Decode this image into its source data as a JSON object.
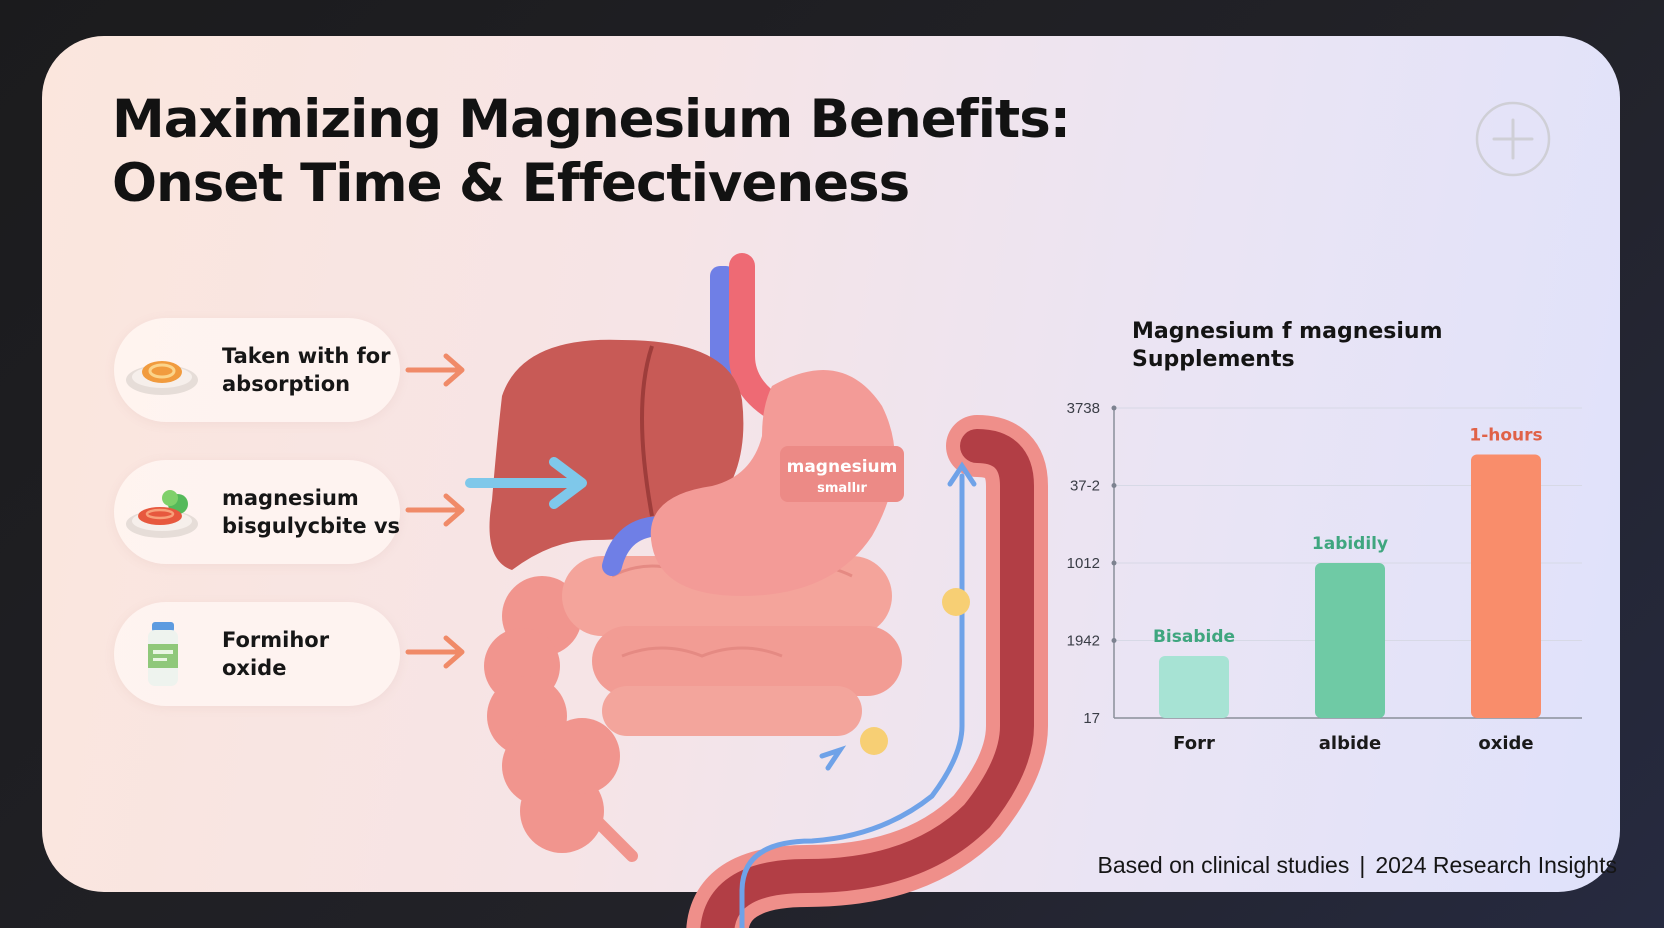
{
  "title": {
    "line1": "Maximizing Magnesium Benefits:",
    "line2": "Onset Time & Effectiveness"
  },
  "corner_icon": "plus-circle-icon",
  "pills": [
    {
      "line1": "Taken with for",
      "line2": "absorption",
      "icon": "food-plate-icon"
    },
    {
      "line1": "magnesium",
      "line2": "bisgulycbite vs",
      "icon": "vegetable-plate-icon"
    },
    {
      "line1": "Formihor",
      "line2": "oxide",
      "icon": "supplement-bottle-icon"
    }
  ],
  "anatomy": {
    "label_line1": "magnesium",
    "label_line2": "smallır"
  },
  "chart_title": {
    "line1": "Magnesium f magnesium",
    "line2": "Supplements"
  },
  "chart_data": {
    "type": "bar",
    "title": "Magnesium f magnesium Supplements",
    "categories": [
      "Forr",
      "albide",
      "oxide"
    ],
    "values": [
      0.2,
      0.5,
      0.85
    ],
    "value_scale": "fraction of plot height",
    "value_labels": [
      "Bisabide",
      "1abidily",
      "1-hours"
    ],
    "y_tick_labels": [
      "17",
      "1942",
      "1012",
      "37-2",
      "3738"
    ],
    "colors": [
      "#a7e3d4",
      "#6fcaa5",
      "#f98d6b"
    ],
    "label_colors": [
      "#3fa67f",
      "#3fa67f",
      "#e06248"
    ],
    "grid": true,
    "legend": "none"
  },
  "footer": {
    "left": "Based on clinical studies",
    "separator": "|",
    "right": "2024 Research Insights"
  }
}
